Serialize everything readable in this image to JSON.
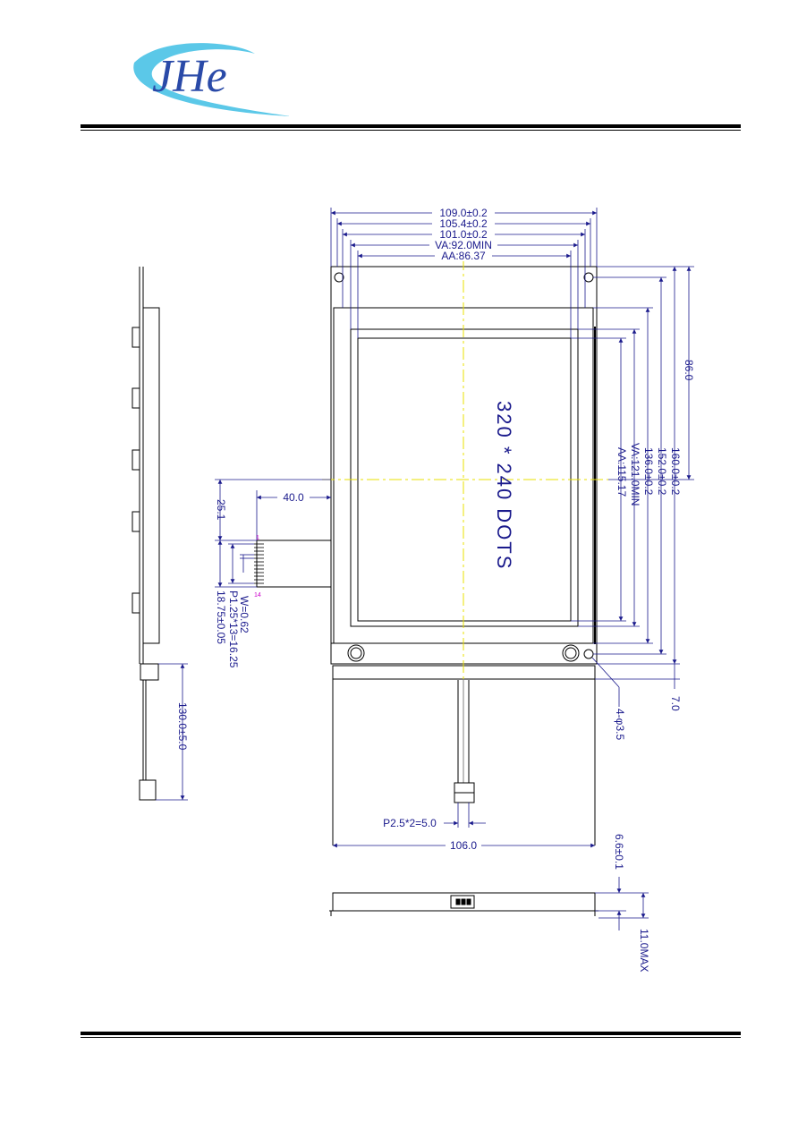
{
  "header": {
    "logo_text": "JHe",
    "logo_colors": {
      "swoosh": "#5bc8e8",
      "letters": "#2a4aa8"
    }
  },
  "colors": {
    "dimension": "#1a1a8c",
    "outline": "#000000",
    "centerline": "#e8e000",
    "pin_label": "#cc00cc"
  },
  "display": {
    "resolution_label": "320 * 240 DOTS"
  },
  "dimensions": {
    "width_total": "109.0±0.2",
    "width_2": "105.4±0.2",
    "width_3": "101.0±0.2",
    "va_width": "VA:92.0MIN",
    "aa_width": "AA:86.37",
    "height_total": "160.0±0.2",
    "height_2": "152.0±0.2",
    "height_3": "136.0±0.2",
    "va_height": "VA:121.0MIN",
    "aa_height": "AA:115.17",
    "hole_offset": "86.0",
    "bottom_gap": "7.0",
    "holes": "4-φ3.5",
    "fpc_offset": "40.0",
    "fpc_vertical": "25.1",
    "fpc_width": "18.75±0.05",
    "pitch": "P1.25*13=16.25",
    "trace_width": "W=0.62",
    "pin_first": "1",
    "pin_last": "14",
    "cable_length": "130.0±5.0",
    "connector_pitch": "P2.5*2=5.0",
    "bottom_width": "106.0",
    "thickness": "6.6±0.1",
    "max_thickness": "11.0MAX"
  }
}
